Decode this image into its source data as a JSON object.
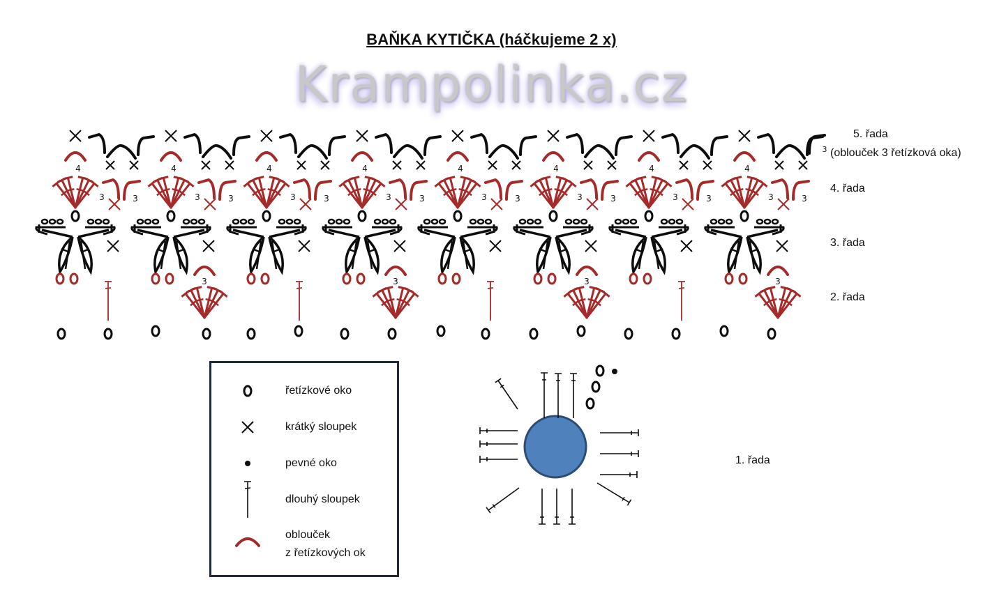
{
  "title": "BAŇKA KYTIČKA (háčkujeme 2 x)",
  "watermark": "Krampolinka.cz",
  "colors": {
    "black_stitch": "#0d0d0d",
    "red_stitch": "#a52a2a",
    "center_ring_fill": "#4f81bd",
    "center_ring_stroke": "#2c4c73",
    "legend_border": "#1f2b3a"
  },
  "row_labels": {
    "row5": "5. řada",
    "row5_note": "(oblouček 3 řetízková oka)",
    "row4": "4. řada",
    "row3": "3. řada",
    "row2": "2. řada",
    "row1": "1. řada"
  },
  "pattern": {
    "repeats": 8,
    "row4_arch_count": "4",
    "row4_side_count": "3",
    "row2_arch_count": "3",
    "row5_end_count": "3"
  },
  "legend": {
    "items": [
      {
        "symbol": "chain-stitch",
        "label": "řetízkové oko"
      },
      {
        "symbol": "single-crochet",
        "label": "krátký sloupek"
      },
      {
        "symbol": "slip-stitch",
        "label": "pevné oko"
      },
      {
        "symbol": "double-crochet",
        "label": "dlouhý sloupek"
      },
      {
        "symbol": "chain-arch",
        "label": "oblouček",
        "label2": "z řetízkových ok"
      }
    ]
  },
  "round1": {
    "stitch_count": 16,
    "stitch": "double-crochet",
    "starting_chains": 3,
    "closing": "slip-stitch"
  }
}
